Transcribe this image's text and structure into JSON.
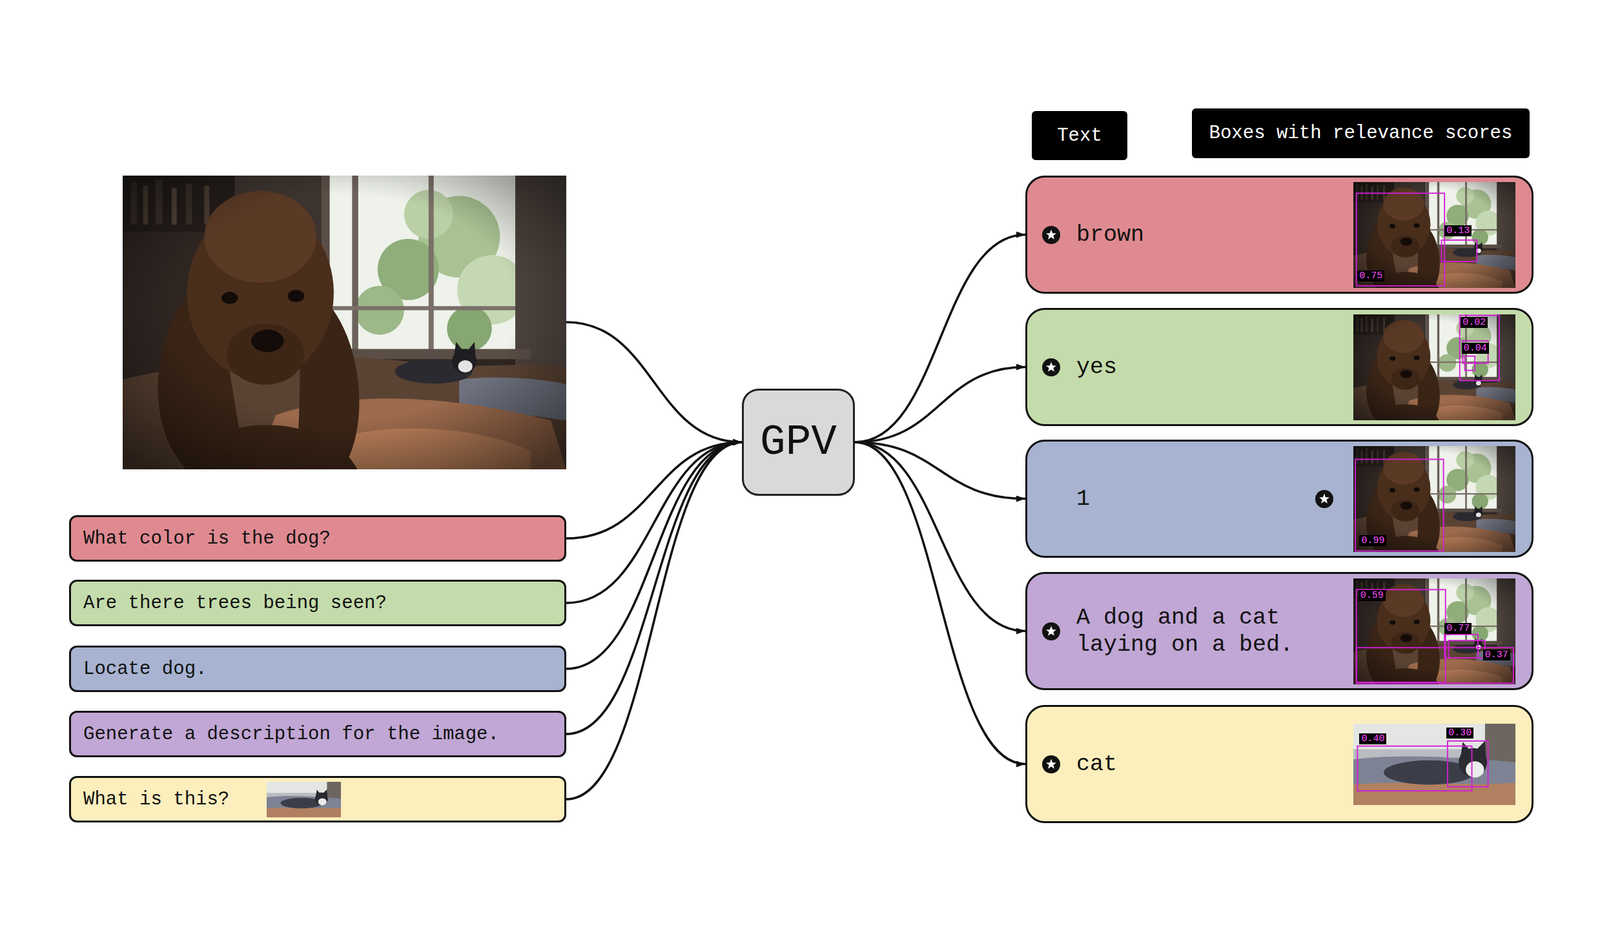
{
  "diagram": {
    "nodes": [
      {
        "text": [
          "Text"
        ]
      },
      {
        "text": [
          "Boxes with relevance scores"
        ]
      },
      {
        "text": [
          "What color is the dog?"
        ]
      },
      {
        "text": [
          "Are there trees being seen?"
        ]
      },
      {
        "text": [
          "Locate dog."
        ]
      },
      {
        "text": [
          "Generate a description for the image."
        ]
      },
      {
        "text": [
          "What is this?"
        ]
      },
      {
        "text": [
          "GPV"
        ]
      },
      {
        "text": [
          "brown"
        ]
      },
      {
        "text": [
          "yes"
        ]
      },
      {
        "text": [
          "1"
        ]
      },
      {
        "text": [
          "A dog and a cat laying on a bed."
        ]
      },
      {
        "text": [
          "cat"
        ]
      }
    ],
    "edges": [
      {
        "from": 2,
        "to": 7,
        "arrow": "to"
      },
      {
        "from": 3,
        "to": 7,
        "arrow": "to"
      },
      {
        "from": 4,
        "to": 7,
        "arrow": "to"
      },
      {
        "from": 5,
        "to": 7,
        "arrow": "to"
      },
      {
        "from": 6,
        "to": 7,
        "arrow": "to"
      },
      {
        "from": 7,
        "to": 8,
        "arrow": "to"
      },
      {
        "from": 7,
        "to": 9,
        "arrow": "to"
      },
      {
        "from": 7,
        "to": 10,
        "arrow": "to"
      },
      {
        "from": 7,
        "to": 11,
        "arrow": "to"
      },
      {
        "from": 7,
        "to": 12,
        "arrow": "to"
      }
    ],
    "labels": [
      "0.75",
      "0.13",
      "0.02",
      "0.04",
      "0.99",
      "0.59",
      "0.77",
      "0.37",
      "0.40",
      "0.30"
    ]
  }
}
